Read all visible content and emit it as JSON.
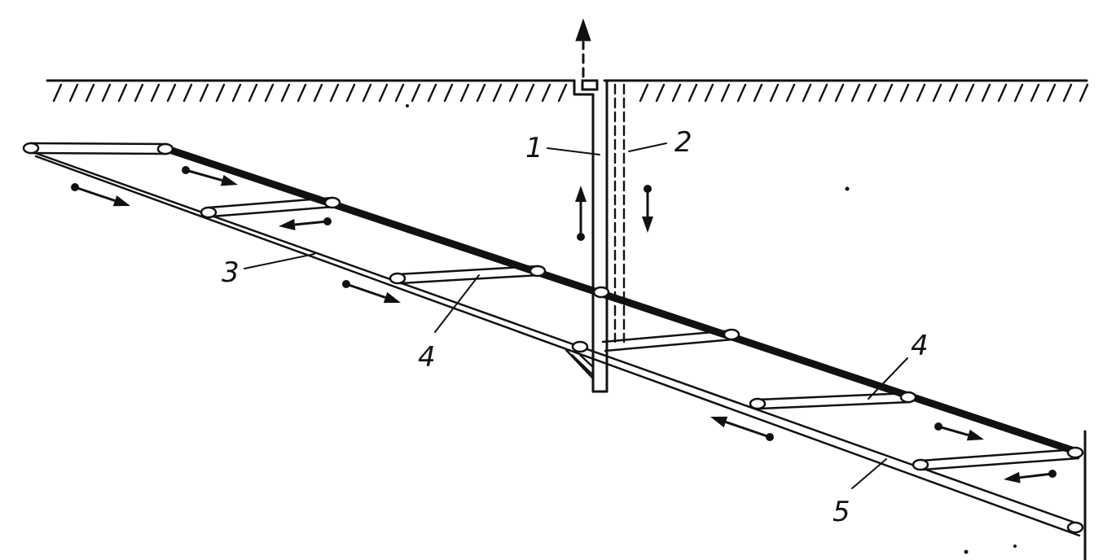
{
  "labels": {
    "shaft_exhaust": "1",
    "shaft_intake": "2",
    "drift_lower_left": "3",
    "crosscut_left": "4",
    "crosscut_right": "4",
    "drift_lower_right": "5"
  },
  "icons": [
    "hatched-ground-surface",
    "dashed-up-arrow-icon",
    "airflow-arrow-icon"
  ]
}
